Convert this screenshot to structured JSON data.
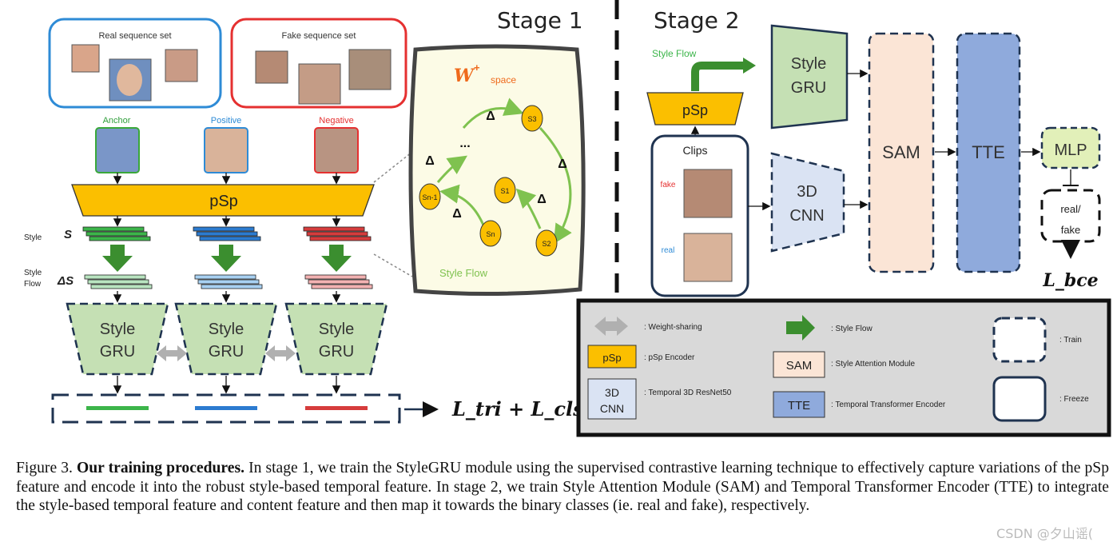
{
  "stage1": {
    "title": "Stage 1",
    "real_set_label": "Real sequence set",
    "fake_set_label": "Fake sequence set",
    "anchor_label": "Anchor",
    "positive_label": "Positive",
    "negative_label": "Negative",
    "psp_label": "pSp",
    "style_label": "Style",
    "style_symbol": "S",
    "style_flow_label_1": "Style",
    "style_flow_label_2": "Flow",
    "style_flow_symbol": "ΔS",
    "gru_label_1": "Style",
    "gru_label_2": "GRU",
    "loss_text": "L_tri + L_cls",
    "wspace": {
      "title_main": "W",
      "title_sup": "+",
      "title_sub": "space",
      "delta": "Δ",
      "ellipsis": "...",
      "nodes": [
        "S3",
        "S1",
        "S2",
        "Sn",
        "Sn-1"
      ],
      "flow_label": "Style Flow"
    }
  },
  "stage2": {
    "title": "Stage 2",
    "style_flow_label": "Style Flow",
    "psp_label": "pSp",
    "clips_label": "Clips",
    "fake_label": "fake",
    "real_label": "real",
    "gru_label_1": "Style",
    "gru_label_2": "GRU",
    "cnn_label_1": "3D",
    "cnn_label_2": "CNN",
    "sam_label": "SAM",
    "tte_label": "TTE",
    "mlp_label": "MLP",
    "out_label_1": "real/",
    "out_label_2": "fake",
    "loss_text": "L_bce"
  },
  "legend": {
    "weight_sharing": ": Weight-sharing",
    "style_flow": ": Style Flow",
    "train": ": Train",
    "psp_box": "pSp",
    "psp_desc": ": pSp Encoder",
    "sam_box": "SAM",
    "sam_desc": ": Style Attention Module",
    "cnn_box_1": "3D",
    "cnn_box_2": "CNN",
    "cnn_desc": ": Temporal 3D ResNet50",
    "tte_box": "TTE",
    "tte_desc": ": Temporal Transformer Encoder",
    "freeze": ": Freeze"
  },
  "colors": {
    "psp": "#fbbf00",
    "gru": "#c5e0b4",
    "sam": "#fbe5d6",
    "tte": "#8faadc",
    "cnn": "#dae3f3",
    "mlp": "#e2f0b9",
    "green_arrow": "#3b8e2f",
    "real_border": "#2e8bd6",
    "fake_border": "#e53030",
    "dark_border": "#1f3350"
  },
  "caption": {
    "label": "Figure 3.",
    "bold": "Our training procedures.",
    "text": "In stage 1, we train the StyleGRU module using the supervised contrastive learning technique to effectively capture variations of the pSp feature and encode it into the robust style-based temporal feature. In stage 2, we train Style Attention Module (SAM) and Temporal Transformer Encoder (TTE) to integrate the style-based temporal feature and content feature and then map it towards the binary classes (ie. real and fake), respectively."
  },
  "watermark": "CSDN @夕山谣("
}
